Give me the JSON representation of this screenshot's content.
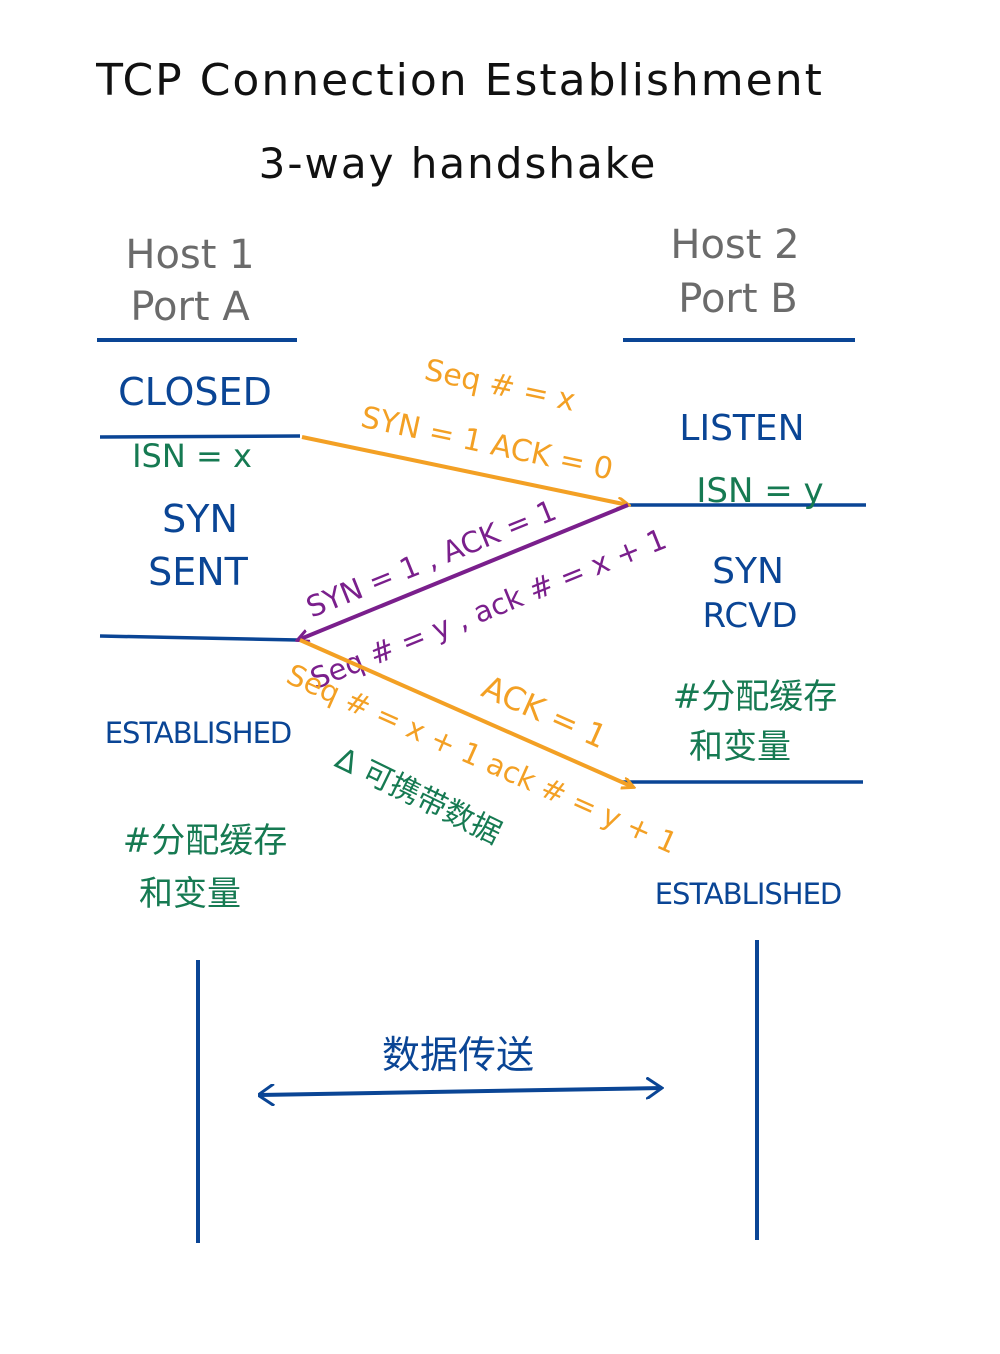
{
  "title": "TCP Connection Establishment",
  "subtitle": "3-way handshake",
  "colors": {
    "ink": "#111111",
    "gray": "#6b6b6b",
    "blue": "#0a4595",
    "orange": "#f3a024",
    "purple": "#7a1f8c",
    "green": "#167a52"
  },
  "hosts": {
    "left": {
      "line1": "Host 1",
      "line2": "Port A"
    },
    "right": {
      "line1": "Host 2",
      "line2": "Port B"
    }
  },
  "left_states": {
    "closed": "CLOSED",
    "isn": "ISN = x",
    "syn_sent_1": "SYN",
    "syn_sent_2": "SENT",
    "established": "ESTABLISHED",
    "alloc_1": "#分配缓存",
    "alloc_2": "和变量"
  },
  "right_states": {
    "listen": "LISTEN",
    "isn": "ISN = y",
    "syn_rcvd_1": "SYN",
    "syn_rcvd_2": "RCVD",
    "alloc_1": "#分配缓存",
    "alloc_2": "和变量",
    "established": "ESTABLISHED"
  },
  "messages": {
    "m1_seq": "Seq # = x",
    "m1_flags": "SYN = 1   ACK = 0",
    "m2_flags": "SYN = 1 , ACK = 1",
    "m2_seq": "Seq # = y , ack # = x + 1",
    "m3_flags": "ACK = 1",
    "m3_seq": "Seq # = x + 1   ack # = y + 1",
    "m3_note": "Δ 可携带数据"
  },
  "data_transfer_label": "数据传送"
}
